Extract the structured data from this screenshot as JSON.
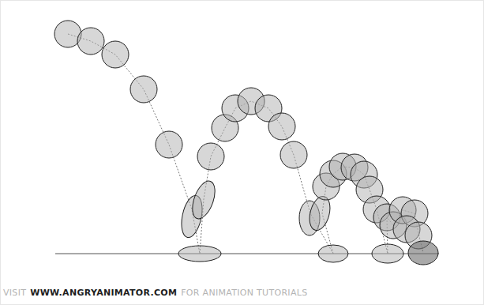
{
  "diagram": {
    "labels": [
      "VISIT",
      "WWW.ANGRYANIMATOR.COM",
      "FOR ANIMATION TUTORIALS"
    ]
  }
}
